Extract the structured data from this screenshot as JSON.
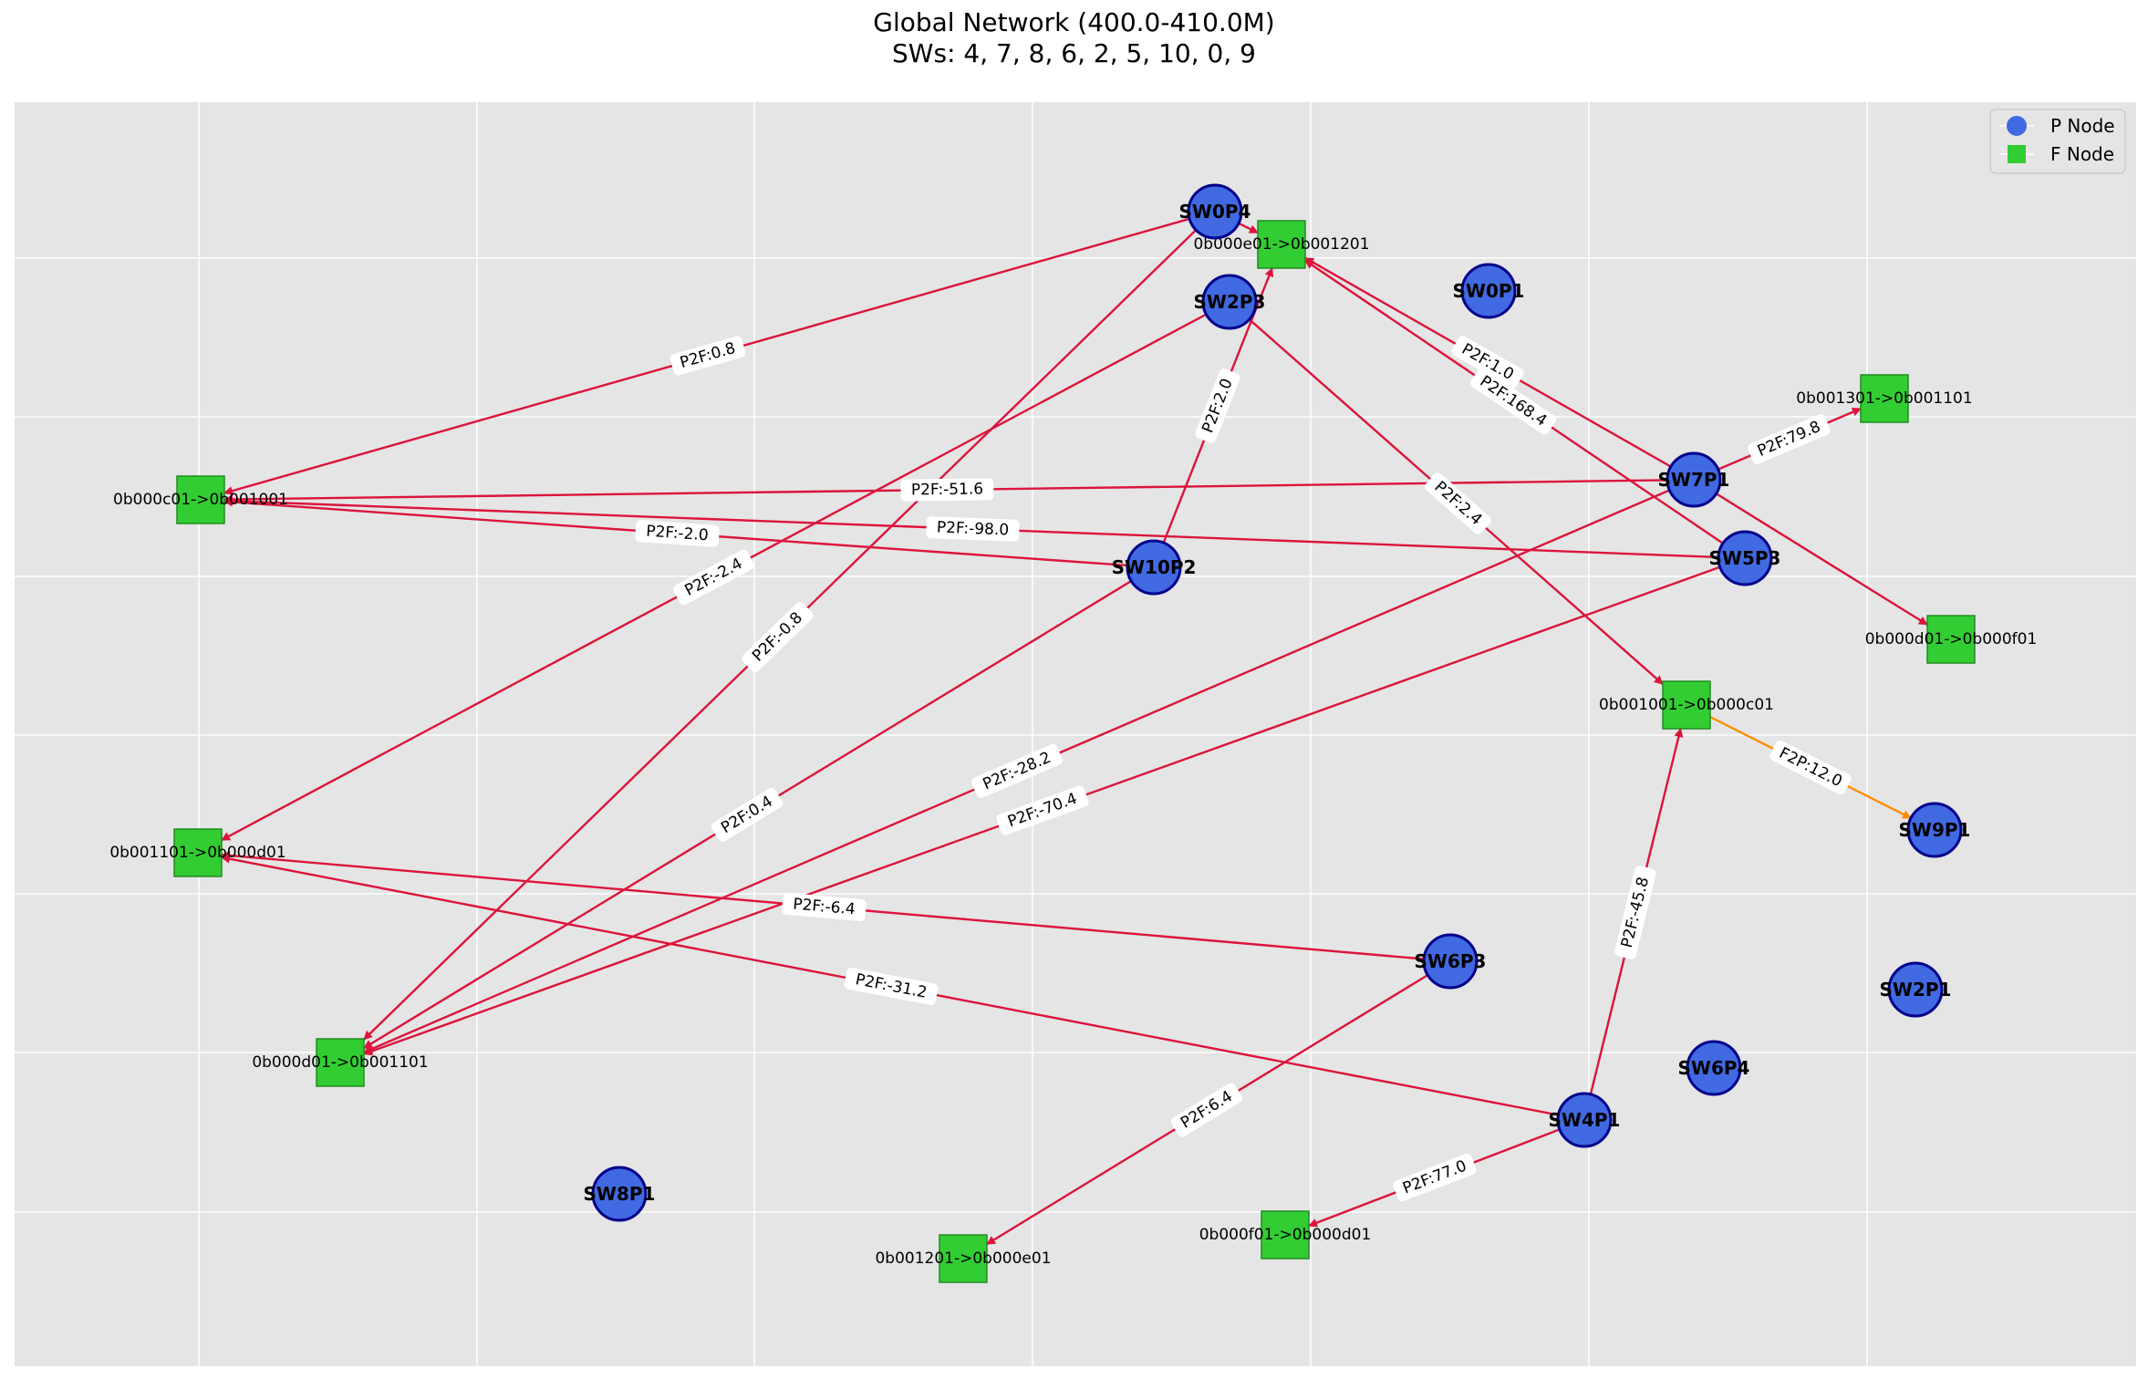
{
  "title": "Global Network (400.0-410.0M)",
  "subtitle": "SWs: 4, 7, 8, 6, 2, 5, 10, 0, 9",
  "colors": {
    "plot_bg": "#e5e5e5",
    "grid": "#ffffff",
    "p_node_fill": "#4169e1",
    "p_node_stroke": "#00008b",
    "f_node_fill": "#32cd32",
    "f_node_stroke": "#228b22",
    "p2f_edge": "#dc143c",
    "f2p_edge": "#ff8c00"
  },
  "legend": [
    {
      "label": "P Node",
      "shape": "circle"
    },
    {
      "label": "F Node",
      "shape": "square"
    }
  ],
  "p_nodes": [
    {
      "id": "SW0P4",
      "label": "SW0P4"
    },
    {
      "id": "SW0P1",
      "label": "SW0P1"
    },
    {
      "id": "SW2P3",
      "label": "SW2P3"
    },
    {
      "id": "SW7P1",
      "label": "SW7P1"
    },
    {
      "id": "SW5P3",
      "label": "SW5P3"
    },
    {
      "id": "SW10P2",
      "label": "SW10P2"
    },
    {
      "id": "SW9P1",
      "label": "SW9P1"
    },
    {
      "id": "SW6P3",
      "label": "SW6P3"
    },
    {
      "id": "SW2P1",
      "label": "SW2P1"
    },
    {
      "id": "SW6P4",
      "label": "SW6P4"
    },
    {
      "id": "SW4P1",
      "label": "SW4P1"
    },
    {
      "id": "SW8P1",
      "label": "SW8P1"
    }
  ],
  "f_nodes": [
    {
      "id": "F_e01_1201",
      "label": "0b000e01->0b001201"
    },
    {
      "id": "F_1301_1101",
      "label": "0b001301->0b001101"
    },
    {
      "id": "F_c01_1001",
      "label": "0b000c01->0b001001"
    },
    {
      "id": "F_d01_f01",
      "label": "0b000d01->0b000f01"
    },
    {
      "id": "F_1001_c01",
      "label": "0b001001->0b000c01"
    },
    {
      "id": "F_1101_d01",
      "label": "0b001101->0b000d01"
    },
    {
      "id": "F_d01_1101",
      "label": "0b000d01->0b001101"
    },
    {
      "id": "F_1201_e01",
      "label": "0b001201->0b000e01"
    },
    {
      "id": "F_f01_d01",
      "label": "0b000f01->0b000d01"
    }
  ],
  "edges": [
    {
      "from": "SW0P4",
      "to": "F_c01_1001",
      "label": "P2F:0.8",
      "kind": "p2f"
    },
    {
      "from": "SW0P4",
      "to": "F_e01_1201",
      "label": "",
      "kind": "p2f"
    },
    {
      "from": "SW0P4",
      "to": "F_d01_1101",
      "label": "P2F:-0.8",
      "kind": "p2f"
    },
    {
      "from": "SW2P3",
      "to": "F_1101_d01",
      "label": "P2F:-2.4",
      "kind": "p2f"
    },
    {
      "from": "SW2P3",
      "to": "F_1001_c01",
      "label": "P2F:2.4",
      "kind": "p2f"
    },
    {
      "from": "SW10P2",
      "to": "F_e01_1201",
      "label": "P2F:2.0",
      "kind": "p2f"
    },
    {
      "from": "SW10P2",
      "to": "F_c01_1001",
      "label": "P2F:-2.0",
      "kind": "p2f"
    },
    {
      "from": "SW10P2",
      "to": "F_d01_1101",
      "label": "P2F:0.4",
      "kind": "p2f"
    },
    {
      "from": "SW7P1",
      "to": "F_c01_1001",
      "label": "P2F:-51.6",
      "kind": "p2f"
    },
    {
      "from": "SW7P1",
      "to": "F_e01_1201",
      "label": "P2F:1.0",
      "kind": "p2f"
    },
    {
      "from": "SW7P1",
      "to": "F_1301_1101",
      "label": "P2F:79.8",
      "kind": "p2f"
    },
    {
      "from": "SW7P1",
      "to": "F_d01_f01",
      "label": "",
      "kind": "p2f"
    },
    {
      "from": "SW7P1",
      "to": "F_d01_1101",
      "label": "P2F:-28.2",
      "kind": "p2f"
    },
    {
      "from": "SW5P3",
      "to": "F_c01_1001",
      "label": "P2F:-98.0",
      "kind": "p2f"
    },
    {
      "from": "SW5P3",
      "to": "F_e01_1201",
      "label": "P2F:168.4",
      "kind": "p2f"
    },
    {
      "from": "SW5P3",
      "to": "F_d01_1101",
      "label": "P2F:-70.4",
      "kind": "p2f"
    },
    {
      "from": "F_1001_c01",
      "to": "SW9P1",
      "label": "F2P:12.0",
      "kind": "f2p"
    },
    {
      "from": "SW6P3",
      "to": "F_1101_d01",
      "label": "P2F:-6.4",
      "kind": "p2f"
    },
    {
      "from": "SW6P3",
      "to": "F_1201_e01",
      "label": "P2F:6.4",
      "kind": "p2f"
    },
    {
      "from": "SW4P1",
      "to": "F_1101_d01",
      "label": "P2F:-31.2",
      "kind": "p2f"
    },
    {
      "from": "SW4P1",
      "to": "F_1001_c01",
      "label": "P2F:-45.8",
      "kind": "p2f"
    },
    {
      "from": "SW4P1",
      "to": "F_f01_d01",
      "label": "P2F:77.0",
      "kind": "p2f"
    }
  ]
}
